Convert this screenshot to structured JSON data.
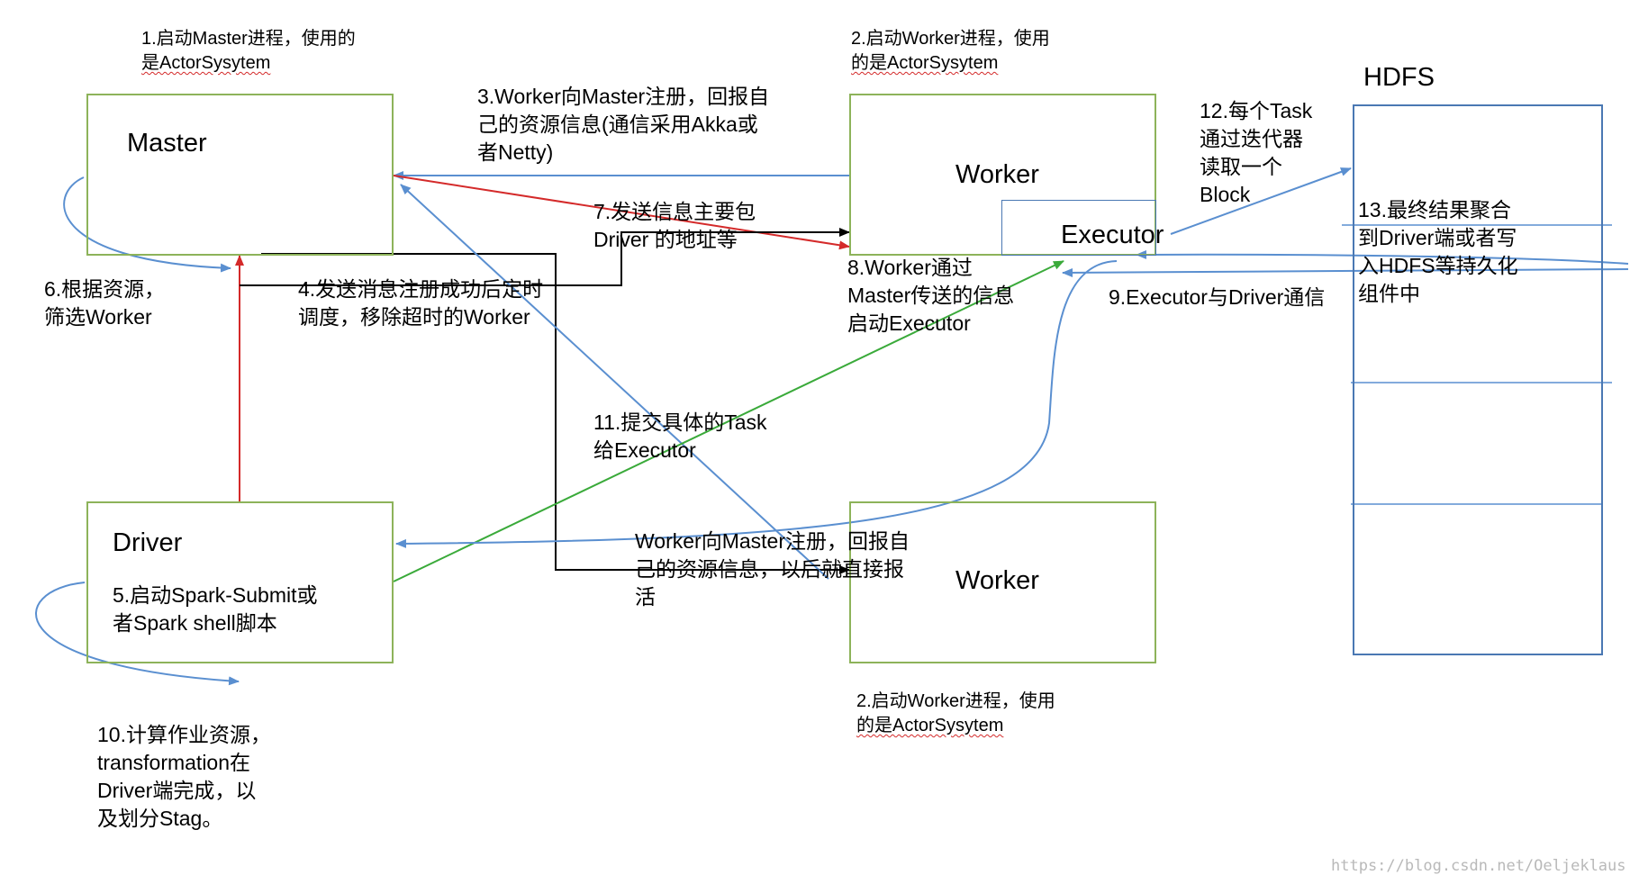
{
  "nodes": {
    "master": "Master",
    "worker_top": "Worker",
    "executor": "Executor",
    "driver": "Driver",
    "worker_bottom": "Worker",
    "hdfs": "HDFS"
  },
  "steps": {
    "s1_line1": "1.启动Master进程，使用的",
    "s1_line2": "是ActorSysytem",
    "s2_top_line1": "2.启动Worker进程，使用",
    "s2_top_line2": "的是ActorSysytem",
    "s2_bottom_line1": "2.启动Worker进程，使用",
    "s2_bottom_line2": "的是ActorSysytem",
    "s3_line1": "3.Worker向Master注册，回报自",
    "s3_line2": "己的资源信息(通信采用Akka或",
    "s3_line3": "者Netty)",
    "s4_line1": "4.发送消息注册成功后定时",
    "s4_line2": "调度，移除超时的Worker",
    "s5_line1": "5.启动Spark-Submit或",
    "s5_line2": "者Spark shell脚本",
    "s6_line1": "6.根据资源，",
    "s6_line2": "筛选Worker",
    "s7_line1": "7.发送信息主要包",
    "s7_line2": "Driver 的地址等",
    "s8_line1": "8.Worker通过",
    "s8_line2": "Master传送的信息",
    "s8_line3": "启动Executor",
    "s9": "9.Executor与Driver通信",
    "s10_line1": "10.计算作业资源，",
    "s10_line2": "transformation在",
    "s10_line3": "Driver端完成，以",
    "s10_line4": "及划分Stag。",
    "s11_line1": "11.提交具体的Task",
    "s11_line2": "给Executor",
    "s12_line1": "12.每个Task",
    "s12_line2": "通过迭代器",
    "s12_line3": "读取一个",
    "s12_line4": "Block",
    "s13_line1": "13.最终结果聚合",
    "s13_line2": "到Driver端或者写",
    "s13_line3": "入HDFS等持久化",
    "s13_line4": "组件中",
    "heartbeat_line1": "Worker向Master注册，回报自",
    "heartbeat_line2": "己的资源信息，以后就直接报",
    "heartbeat_line3": "活"
  },
  "watermark": "https://blog.csdn.net/Oeljeklaus",
  "colors": {
    "box_border": "#8db35a",
    "hdfs_border": "#4a78b3",
    "blue_arrow": "#5a8fd0",
    "red_arrow": "#d42a2a",
    "green_arrow": "#3aaa3a",
    "black_line": "#000000"
  }
}
